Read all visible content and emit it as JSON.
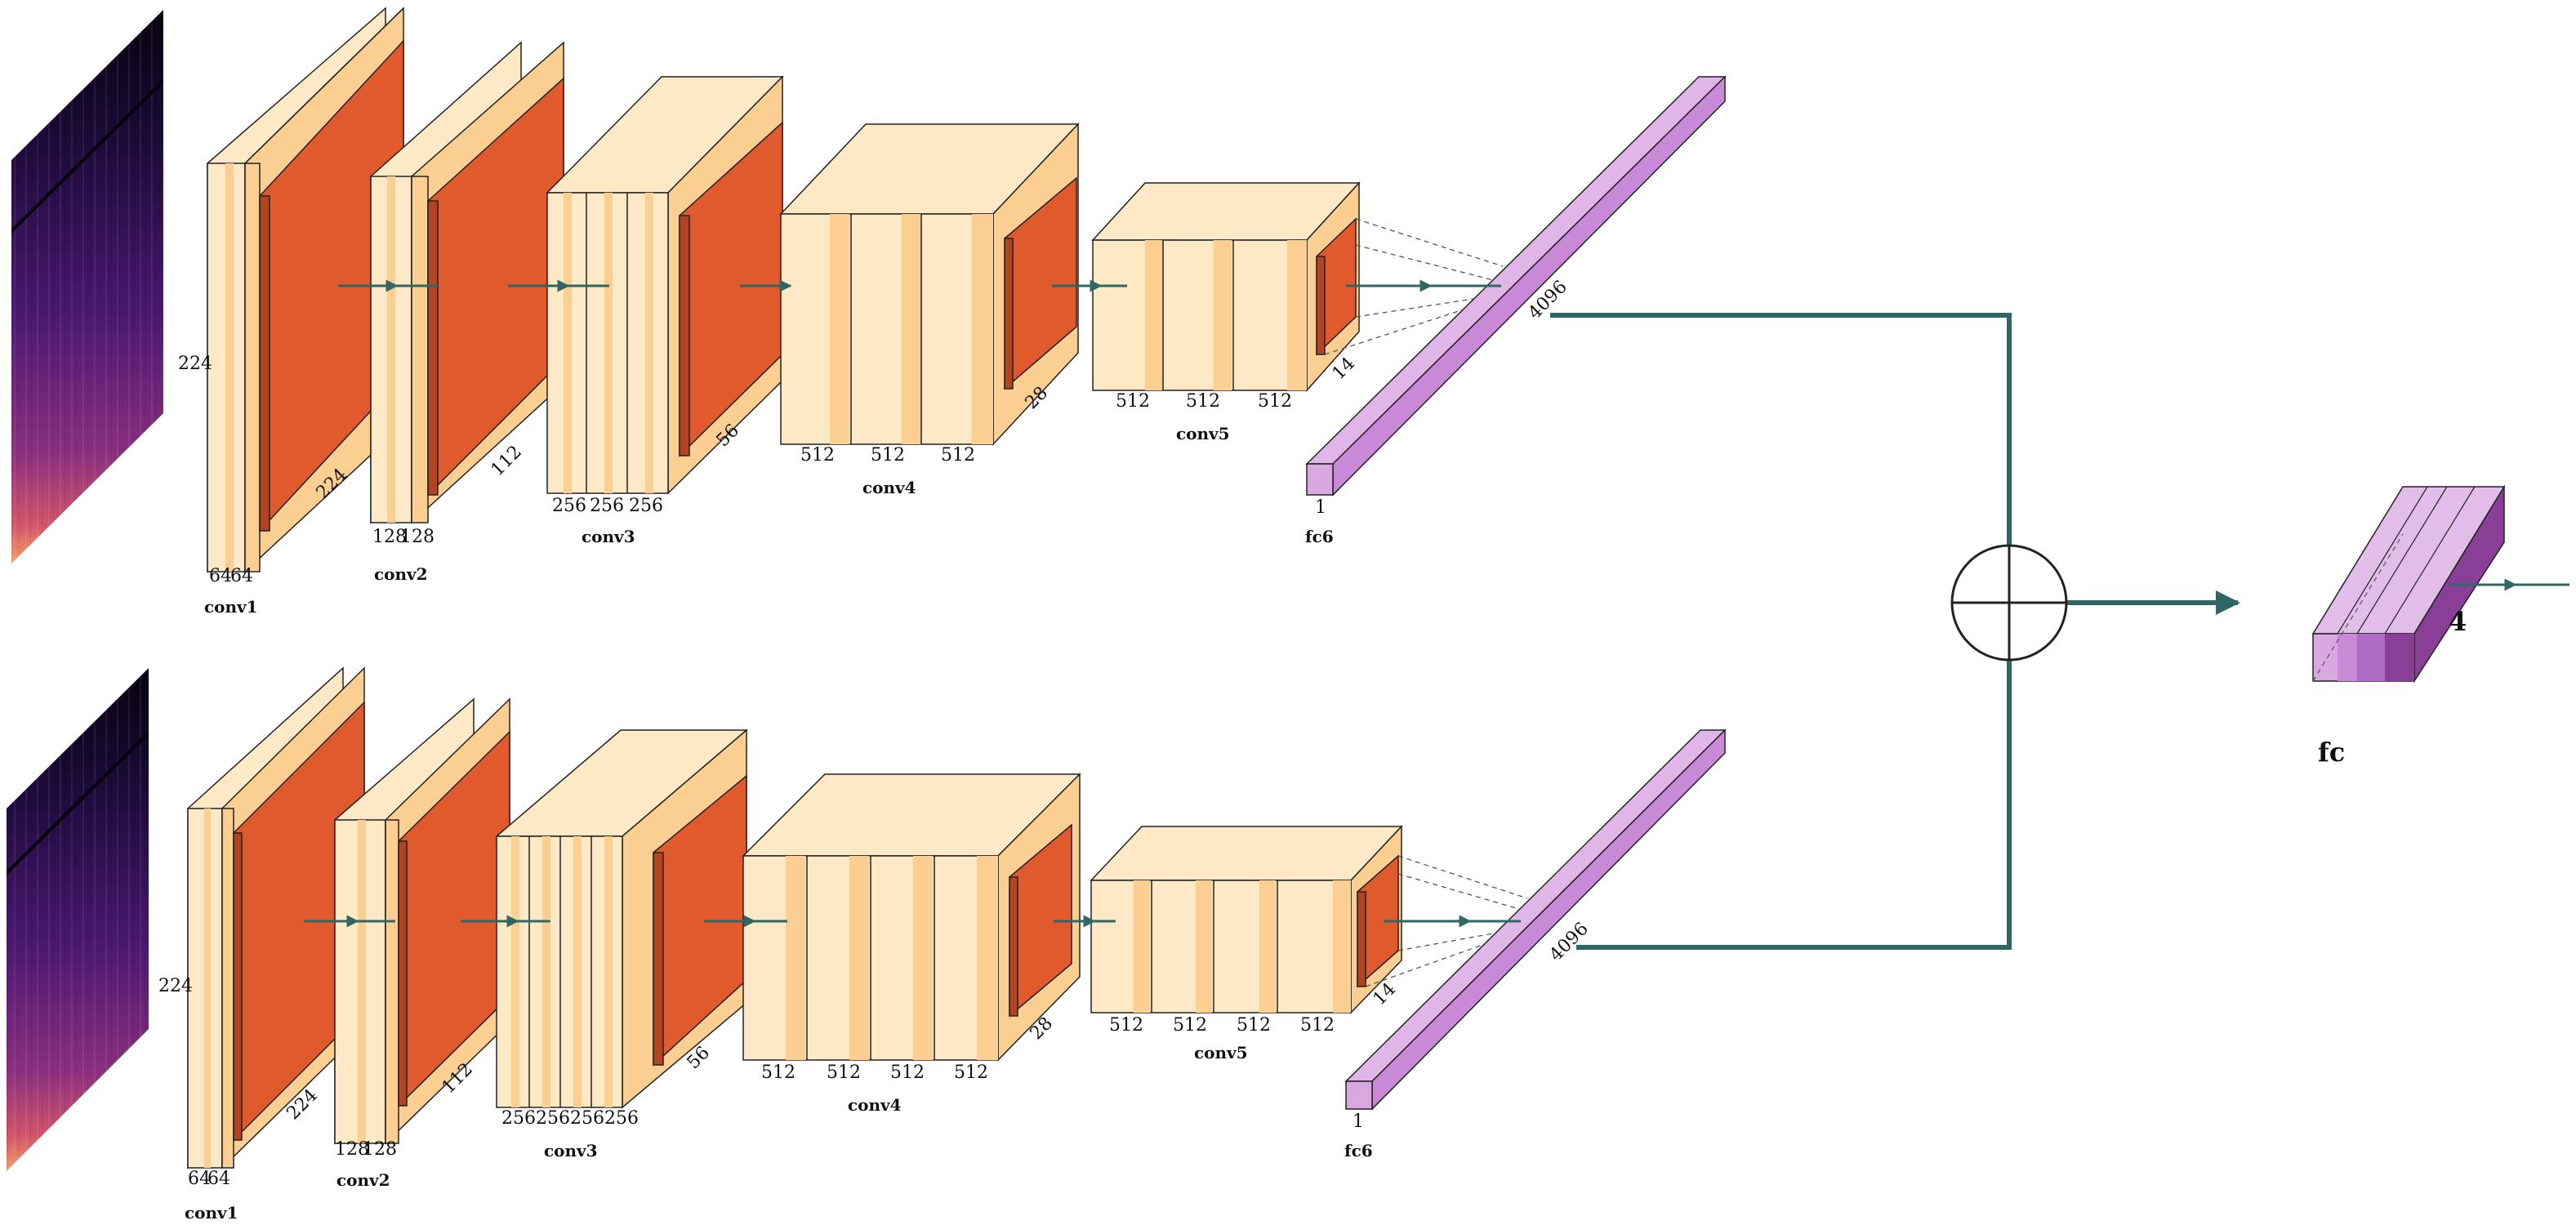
{
  "colors": {
    "light": "#fde9c6",
    "mid": "#fbcf91",
    "pool": "#e05a2e",
    "pool_dark": "#b44322",
    "fc": "#c88ad6",
    "fc_dark": "#8a3f97",
    "arrow": "#2f6764"
  },
  "networks": [
    {
      "spectrogram": "spectrogram-image",
      "conv1": {
        "name": "conv1",
        "dim": "224",
        "ch1": "64",
        "ch2": "64",
        "spatial": "224"
      },
      "conv2": {
        "name": "conv2",
        "ch1": "128",
        "ch2": "128",
        "spatial": "112"
      },
      "conv3": {
        "name": "conv3",
        "ch1": "256",
        "ch2": "256",
        "ch3": "256",
        "spatial": "56"
      },
      "conv4": {
        "name": "conv4",
        "ch1": "512",
        "ch2": "512",
        "ch3": "512",
        "spatial": "28"
      },
      "conv5": {
        "name": "conv5",
        "ch1": "512",
        "ch2": "512",
        "ch3": "512",
        "spatial": "14"
      },
      "fc6": {
        "name": "fc6",
        "depth": "1",
        "units": "4096"
      }
    },
    {
      "spectrogram": "spectrogram-image",
      "conv1": {
        "name": "conv1",
        "dim": "224",
        "ch1": "64",
        "ch2": "64",
        "spatial": "224"
      },
      "conv2": {
        "name": "conv2",
        "ch1": "128",
        "ch2": "128",
        "spatial": "112"
      },
      "conv3": {
        "name": "conv3",
        "ch1": "256",
        "ch2": "256",
        "ch3": "256",
        "ch4": "256",
        "spatial": "56"
      },
      "conv4": {
        "name": "conv4",
        "ch1": "512",
        "ch2": "512",
        "ch3": "512",
        "ch4": "512",
        "spatial": "28"
      },
      "conv5": {
        "name": "conv5",
        "ch1": "512",
        "ch2": "512",
        "ch3": "512",
        "ch4": "512",
        "spatial": "14"
      },
      "fc6": {
        "name": "fc6",
        "depth": "1",
        "units": "4096"
      }
    }
  ],
  "fusion": {
    "symbol": "sum-circle-icon"
  },
  "fc": {
    "name": "fc",
    "units": "4"
  }
}
